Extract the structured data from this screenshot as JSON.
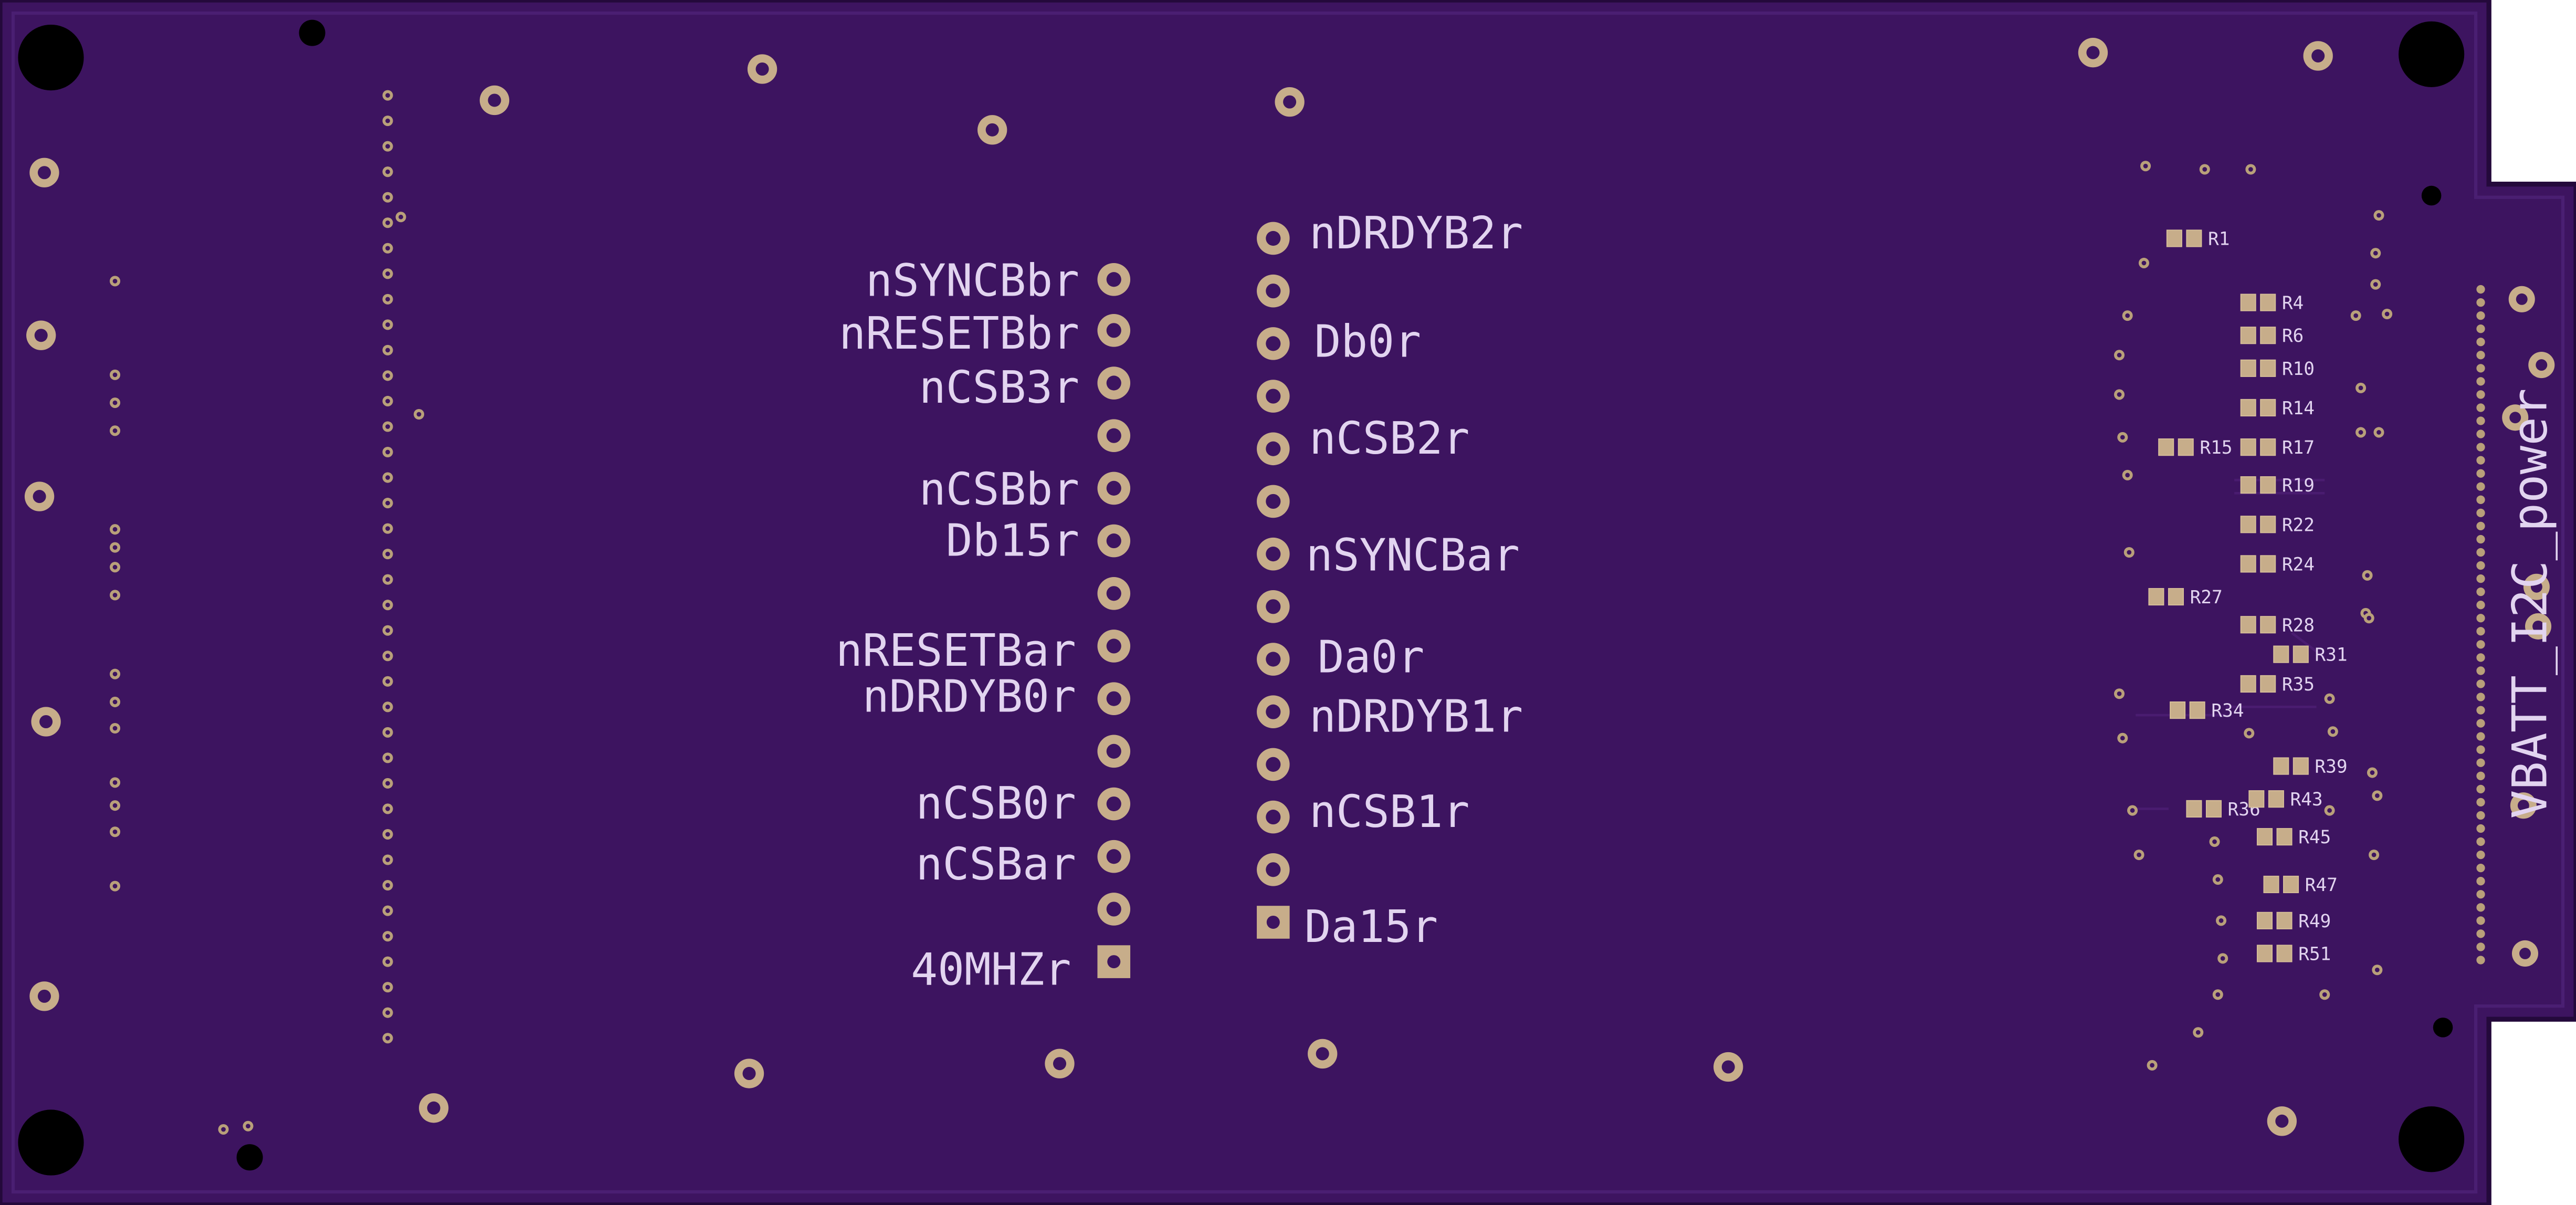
{
  "board": {
    "colors": {
      "substrate": "#3d1460",
      "edge": "#24093b",
      "inner_edge": "#4a1f72",
      "silkscreen": "#e2d4f0",
      "pad_copper": "#c7ad8a",
      "pad_ring": "#d6be98",
      "drill": "#000000",
      "via_copper": "#b9a07a",
      "trace": "#4a1c70"
    },
    "left_header_labels": [
      "nSYNCBbr",
      "nRESETBbr",
      "nCSB3r",
      "",
      "nCSBbr",
      "Db15r",
      "",
      "nRESETBar",
      "nDRDYB0r",
      "",
      "nCSB0r",
      "nCSBar",
      "",
      "40MHZr"
    ],
    "right_header_labels": [
      "nDRDYB2r",
      "",
      "Db0r",
      "",
      "nCSB2r",
      "",
      "nSYNCBar",
      "",
      "Da0r",
      "nDRDYB1r",
      "",
      "nCSB1r",
      "",
      "Da15r"
    ],
    "connector_label": "VBATT_I2C_power",
    "resistor_refs": [
      "R1",
      "R4",
      "R6",
      "R10",
      "R14",
      "R15",
      "R17",
      "R19",
      "R22",
      "R24",
      "R27",
      "R28",
      "R31",
      "R35",
      "R34",
      "R39",
      "R36",
      "R43",
      "R45",
      "R47",
      "R49",
      "R51"
    ]
  }
}
